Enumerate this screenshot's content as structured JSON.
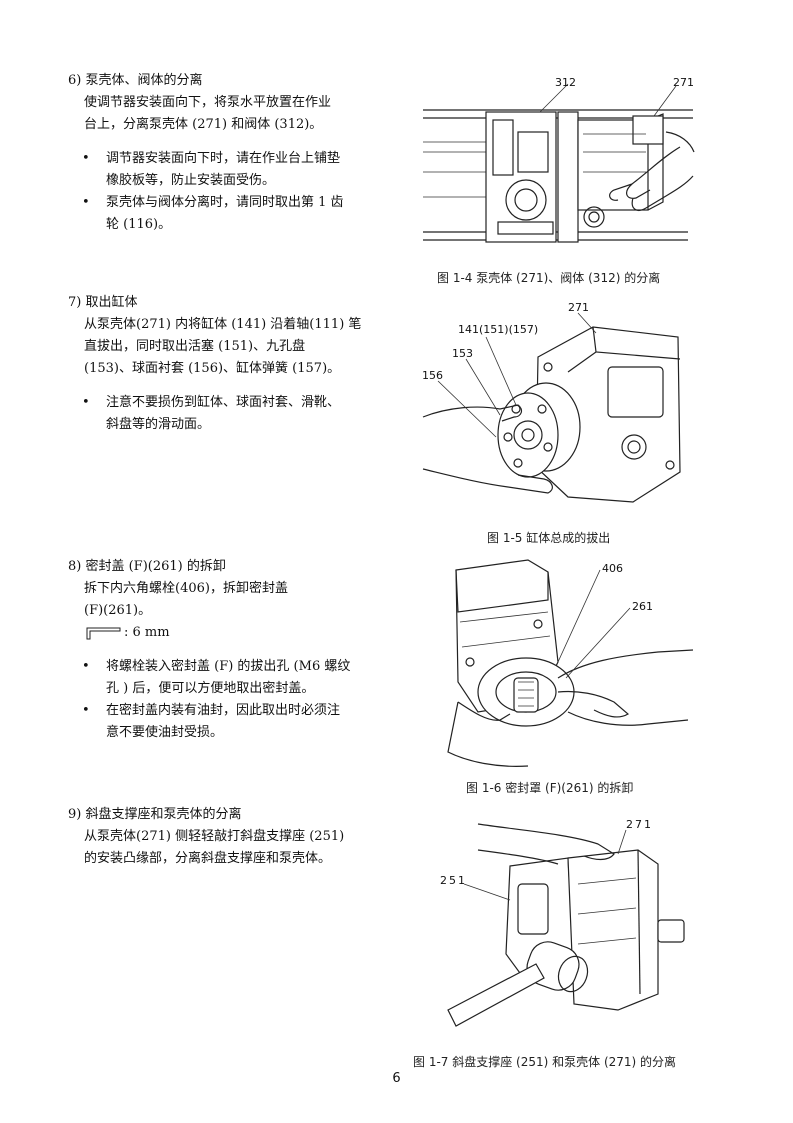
{
  "sections": [
    {
      "heading": "6) 泵壳体、阀体的分离",
      "body": [
        "使调节器安装面向下，将泵水平放置在作业",
        "台上，分离泵壳体 (271) 和阀体 (312)。"
      ],
      "bullets": [
        [
          "调节器安装面向下时，请在作业台上铺垫",
          "橡胶板等，防止安装面受伤。"
        ],
        [
          "泵壳体与阀体分离时，请同时取出第 1 齿",
          "轮 (116)。"
        ]
      ]
    },
    {
      "heading": "7) 取出缸体",
      "body": [
        "从泵壳体(271) 内将缸体 (141) 沿着轴(111) 笔",
        "直拔出，同时取出活塞 (151)、九孔盘",
        "(153)、球面衬套 (156)、缸体弹簧 (157)。"
      ],
      "bullets": [
        [
          "注意不要损伤到缸体、球面衬套、滑靴、",
          "斜盘等的滑动面。"
        ]
      ]
    },
    {
      "heading": "8) 密封盖 (F)(261) 的拆卸",
      "body": [
        "拆下内六角螺栓(406)，拆卸密封盖",
        "(F)(261)。"
      ],
      "tool": ": 6 mm",
      "bullets": [
        [
          "将螺栓装入密封盖 (F) 的拔出孔 (M6 螺纹",
          "孔 ) 后，便可以方便地取出密封盖。"
        ],
        [
          "在密封盖内装有油封，因此取出时必须注",
          "意不要使油封受损。"
        ]
      ]
    },
    {
      "heading": "9) 斜盘支撑座和泵壳体的分离",
      "body": [
        "从泵壳体(271) 侧轻轻敲打斜盘支撑座 (251)",
        "的安装凸缘部，分离斜盘支撑座和泵壳体。"
      ],
      "bullets": []
    }
  ],
  "figures": [
    {
      "caption": "图 1-4 泵壳体 (271)、阀体 (312) 的分离",
      "labels": [
        "312",
        "271"
      ]
    },
    {
      "caption": "图 1-5 缸体总成的拔出",
      "labels": [
        "271",
        "141(151)(157)",
        "153",
        "156"
      ]
    },
    {
      "caption": "图 1-6 密封罩 (F)(261) 的拆卸",
      "labels": [
        "406",
        "261"
      ]
    },
    {
      "caption": "图 1-7 斜盘支撑座 (251) 和泵壳体 (271) 的分离",
      "labels": [
        "271",
        "251"
      ]
    }
  ],
  "page_number": "6",
  "icons": {
    "tool": "hex-key-icon",
    "bullet": "bullet-dot"
  }
}
